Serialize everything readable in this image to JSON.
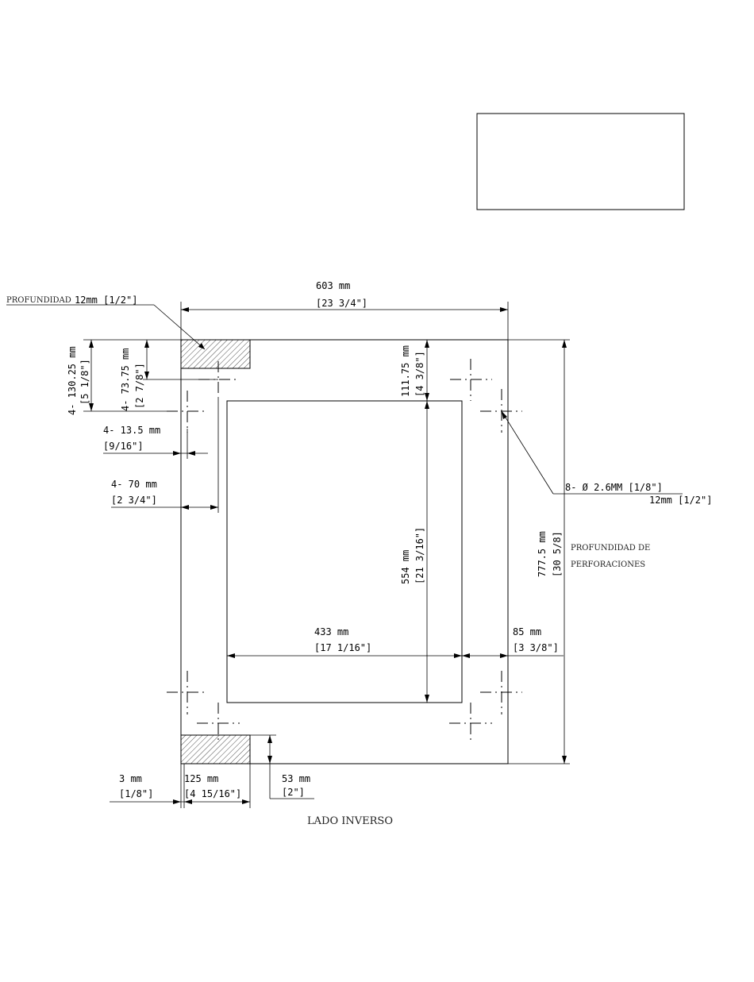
{
  "labels": {
    "profundidad": "PROFUNDIDAD",
    "profundidad_value": "12mm [1/2\"]",
    "width_mm": "603 mm",
    "width_in": "[23 3/4\"]",
    "d130_mm": "4- 130.25 mm",
    "d130_in": "[5 1/8\"]",
    "d73_mm": "4- 73.75 mm",
    "d73_in": "[2 7/8\"]",
    "d111_mm": "111.75 mm",
    "d111_in": "[4 3/8\"]",
    "d13_mm": "4- 13.5 mm",
    "d13_in": "[9/16\"]",
    "d70_mm": "4- 70 mm",
    "d70_in": "[2 3/4\"]",
    "holes_mm": "8- Ø 2.6MM [1/8\"]",
    "holes_depth": "12mm [1/2\"]",
    "d554_mm": "554 mm",
    "d554_in": "[21 3/16\"]",
    "d777_mm": "777.5 mm",
    "d777_in": "[30 5/8]",
    "perforaciones_1": "PROFUNDIDAD DE",
    "perforaciones_2": "PERFORACIONES",
    "d433_mm": "433 mm",
    "d433_in": "[17 1/16\"]",
    "d85_mm": "85 mm",
    "d85_in": "[3 3/8\"]",
    "d3_mm": "3 mm",
    "d3_in": "[1/8\"]",
    "d125_mm": "125 mm",
    "d125_in": "[4 15/16\"]",
    "d53_mm": "53 mm",
    "d53_in": "[2\"]",
    "caption": "LADO INVERSO"
  }
}
